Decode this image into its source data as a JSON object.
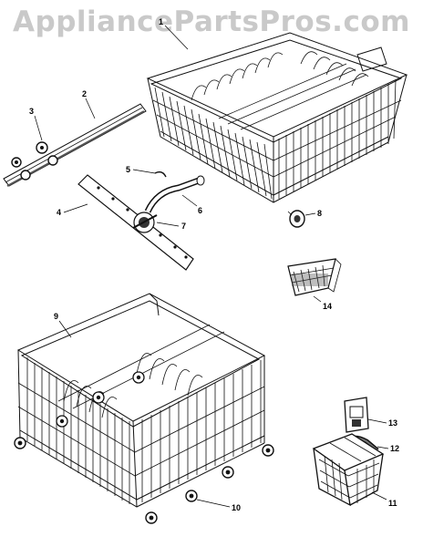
{
  "watermark": "AppliancePartsPros.com",
  "callouts": {
    "upper_rack": "1",
    "track": "2",
    "track_roller": "3",
    "spray_arm": "4",
    "tube_clip": "5",
    "spray_tube": "6",
    "spray_arm_nut": "7",
    "rack_wheel_upper": "8",
    "lower_rack": "9",
    "lower_rack_wheel": "10",
    "silverware_basket": "11",
    "basket_handle": "12",
    "basket_cover": "13",
    "accessory_basket": "14"
  }
}
